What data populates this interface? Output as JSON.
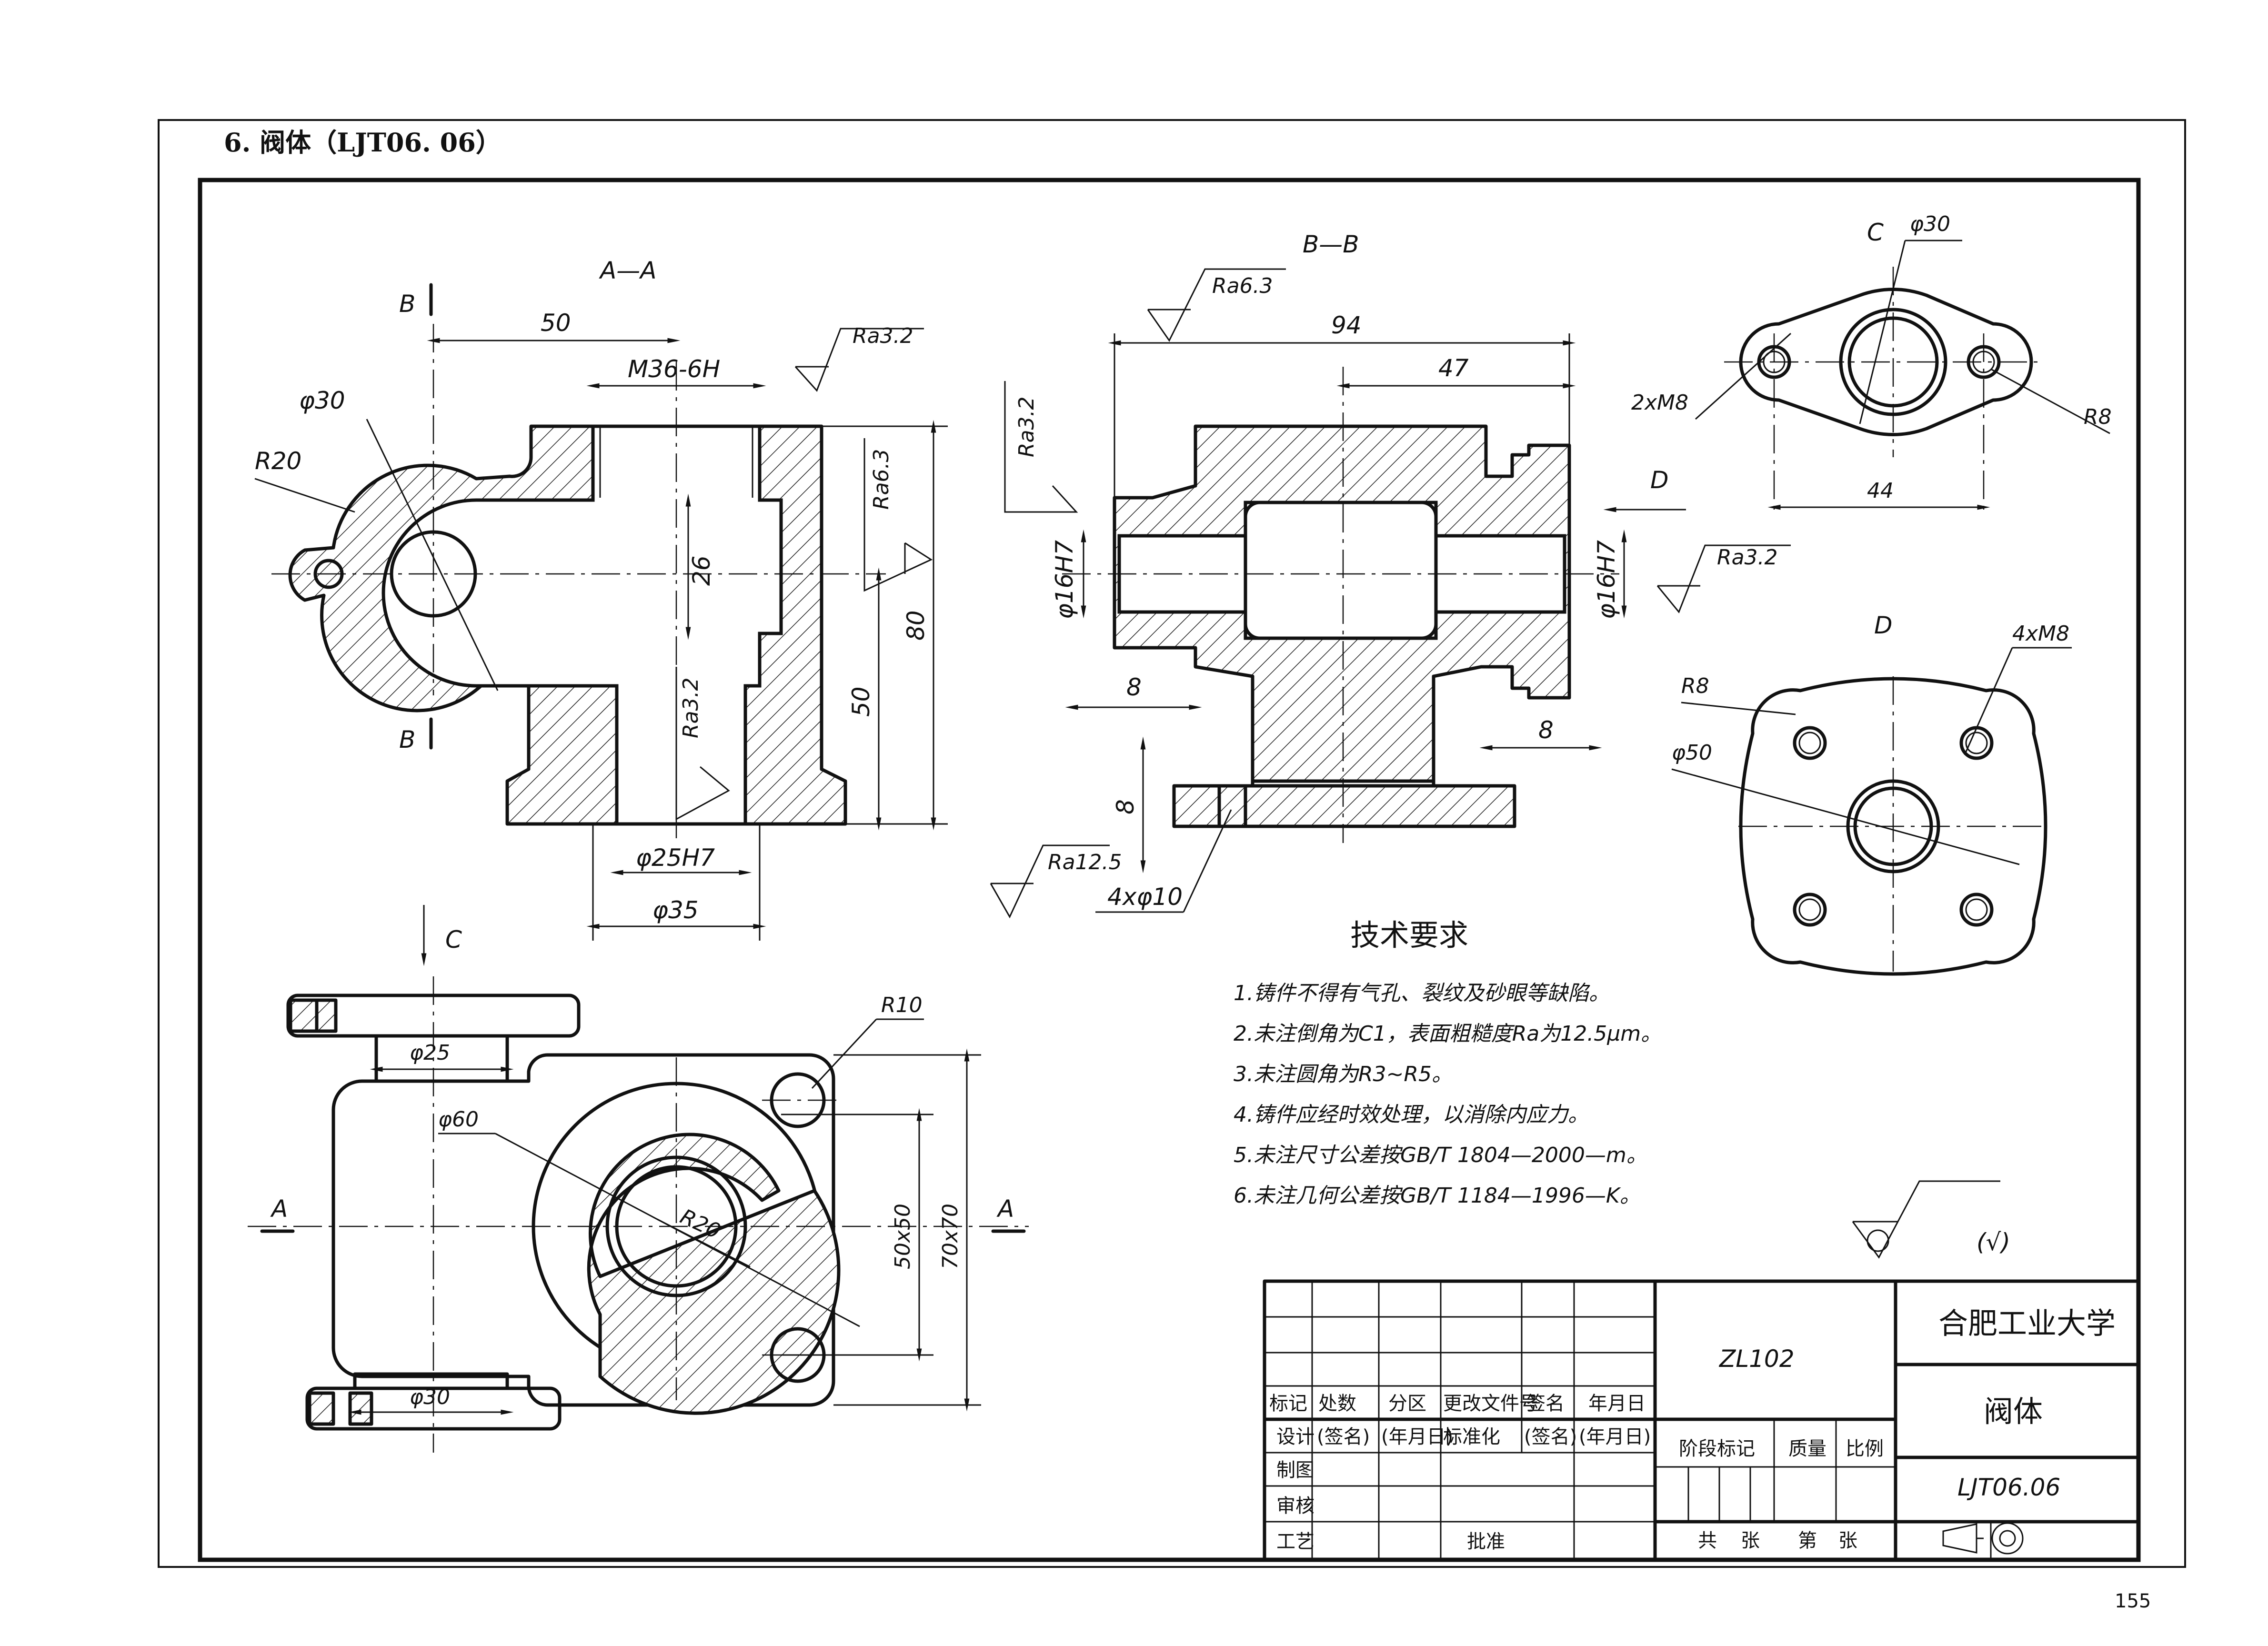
{
  "page": {
    "heading": "6. 阀体（LJT06. 06）",
    "page_number": "155"
  },
  "views": {
    "section_aa": {
      "title": "A—A",
      "cut_b_top": "B",
      "cut_b_bottom": "B"
    },
    "section_bb": {
      "title": "B—B",
      "view_d_arrow": "D"
    },
    "view_c": {
      "title": "C"
    },
    "view_d": {
      "title": "D"
    },
    "bottom_view": {
      "view_c_arrow": "C",
      "cut_a_left": "A",
      "cut_a_right": "A"
    }
  },
  "dimensions": {
    "aa": [
      "50",
      "M36-6H",
      "φ30",
      "R20",
      "26",
      "50",
      "80",
      "φ25H7",
      "φ35"
    ],
    "aa_roughness": [
      "Ra3.2",
      "Ra6.3",
      "Ra3.2"
    ],
    "bb": [
      "94",
      "47",
      "φ16H7",
      "φ16H7",
      "8",
      "8",
      "8",
      "4xφ10"
    ],
    "bb_roughness": [
      "Ra6.3",
      "Ra3.2",
      "Ra3.2",
      "Ra12.5"
    ],
    "c": [
      "φ30",
      "2xM8",
      "R8",
      "44"
    ],
    "d": [
      "4xM8",
      "R8",
      "φ50"
    ],
    "bottom": [
      "R10",
      "φ25",
      "φ60",
      "R20",
      "50x50",
      "70x70",
      "φ30"
    ]
  },
  "technical_requirements": {
    "title": "技术要求",
    "items": [
      "1.铸件不得有气孔、裂纹及砂眼等缺陷。",
      "2.未注倒角为C1，表面粗糙度Ra为12.5μm。",
      "3.未注圆角为R3~R5。",
      "4.铸件应经时效处理，以消除内应力。",
      "5.未注尺寸公差按GB/T 1804—2000—m。",
      "6.未注几何公差按GB/T 1184—1996—K。"
    ]
  },
  "general_roughness": {
    "paren_symbol": "(√)"
  },
  "title_block": {
    "material": "ZL102",
    "organization": "合肥工业大学",
    "part_name": "阀体",
    "drawing_number": "LJT06.06",
    "headers": [
      "标记",
      "处数",
      "分区",
      "更改文件号",
      "签名",
      "年月日"
    ],
    "design_row": [
      "设计",
      "(签名)",
      "(年月日)",
      "标准化",
      "(签名)",
      "(年月日)"
    ],
    "rows": [
      "制图",
      "审核",
      "工艺"
    ],
    "approve": "批准",
    "stage_mark": "阶段标记",
    "mass": "质量",
    "scale": "比例",
    "total_label": "共",
    "sheet_unit": "张",
    "sheet_label": "第",
    "sheet_unit2": "张"
  }
}
